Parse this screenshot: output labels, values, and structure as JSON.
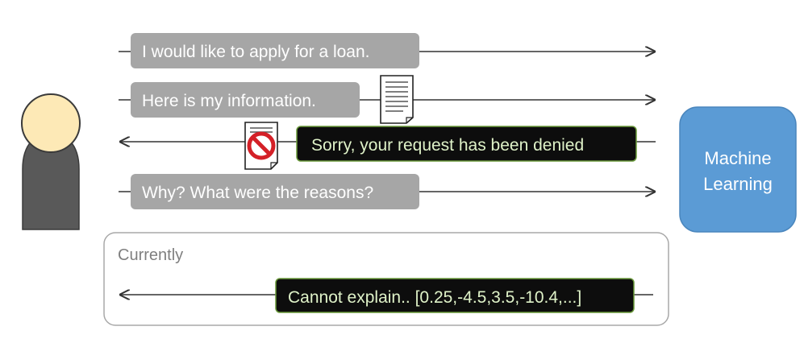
{
  "messages": [
    {
      "text": "I would like to apply for a loan.",
      "direction": "to-machine",
      "style": "gray"
    },
    {
      "text": "Here is my information.",
      "direction": "to-machine",
      "style": "gray"
    },
    {
      "text": "Sorry, your request has been denied",
      "direction": "to-user",
      "style": "dark"
    },
    {
      "text": "Why? What were the reasons?",
      "direction": "to-machine",
      "style": "gray"
    }
  ],
  "machine": {
    "line1": "Machine",
    "line2": "Learning"
  },
  "current": {
    "label": "Currently",
    "message": "Cannot explain.. [0.25,-4.5,3.5,-10.4,...]"
  },
  "colors": {
    "gray_bubble": "#a6a6a6",
    "dark_bubble": "#0d0d0d",
    "dark_bubble_border": "#6a9a3a",
    "dark_bubble_text": "#dff2c8",
    "machine_box": "#5b9bd5",
    "person_head": "#fde9b6",
    "person_body": "#595959",
    "stop_sign": "#d42027"
  },
  "icons": [
    "person-icon",
    "document-icon",
    "denied-document-icon"
  ]
}
